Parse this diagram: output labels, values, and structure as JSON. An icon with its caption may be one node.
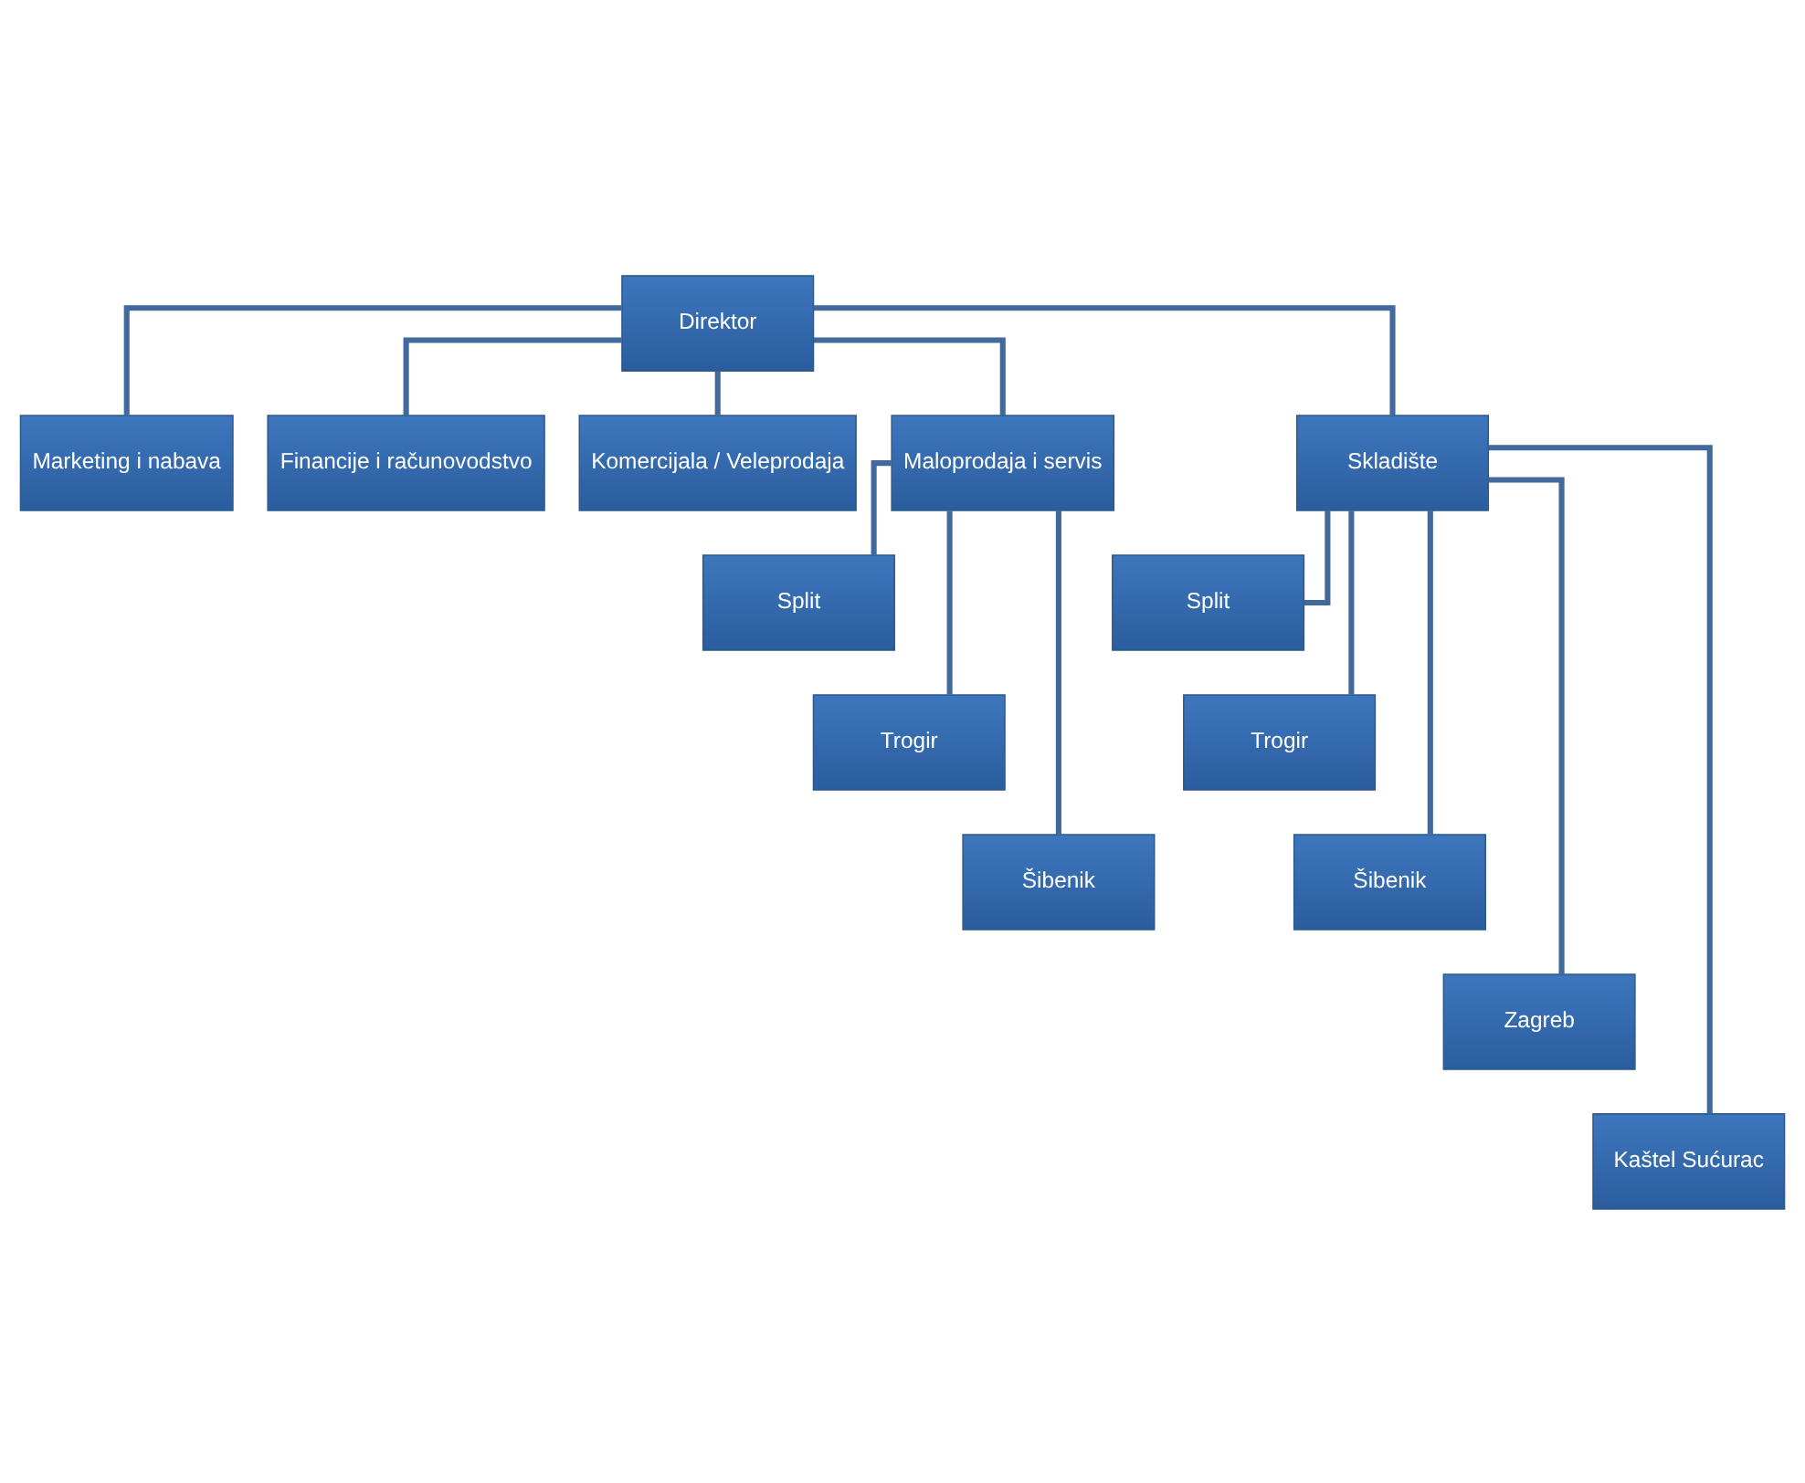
{
  "diagram": {
    "nodes": [
      {
        "text": [
          "Direktor"
        ]
      },
      {
        "text": [
          "Marketing i nabava"
        ]
      },
      {
        "text": [
          "Financije i računovodstvo"
        ]
      },
      {
        "text": [
          "Komercijala / Veleprodaja"
        ]
      },
      {
        "text": [
          "Maloprodaja i servis"
        ]
      },
      {
        "text": [
          "Skladište"
        ]
      },
      {
        "text": [
          "Split"
        ]
      },
      {
        "text": [
          "Trogir"
        ]
      },
      {
        "text": [
          "Šibenik"
        ]
      },
      {
        "text": [
          "Split"
        ]
      },
      {
        "text": [
          "Trogir"
        ]
      },
      {
        "text": [
          "Šibenik"
        ]
      },
      {
        "text": [
          "Zagreb"
        ]
      },
      {
        "text": [
          "Kaštel Sućurac"
        ]
      }
    ],
    "edges": [
      {
        "from": 0,
        "to": 1,
        "arrow": "none"
      },
      {
        "from": 0,
        "to": 2,
        "arrow": "none"
      },
      {
        "from": 0,
        "to": 3,
        "arrow": "none"
      },
      {
        "from": 0,
        "to": 4,
        "arrow": "none"
      },
      {
        "from": 0,
        "to": 5,
        "arrow": "none"
      },
      {
        "from": 4,
        "to": 6,
        "arrow": "none"
      },
      {
        "from": 4,
        "to": 7,
        "arrow": "none"
      },
      {
        "from": 4,
        "to": 8,
        "arrow": "none"
      },
      {
        "from": 5,
        "to": 9,
        "arrow": "none"
      },
      {
        "from": 5,
        "to": 10,
        "arrow": "none"
      },
      {
        "from": 5,
        "to": 11,
        "arrow": "none"
      },
      {
        "from": 5,
        "to": 12,
        "arrow": "none"
      },
      {
        "from": 5,
        "to": 13,
        "arrow": "none"
      }
    ]
  }
}
